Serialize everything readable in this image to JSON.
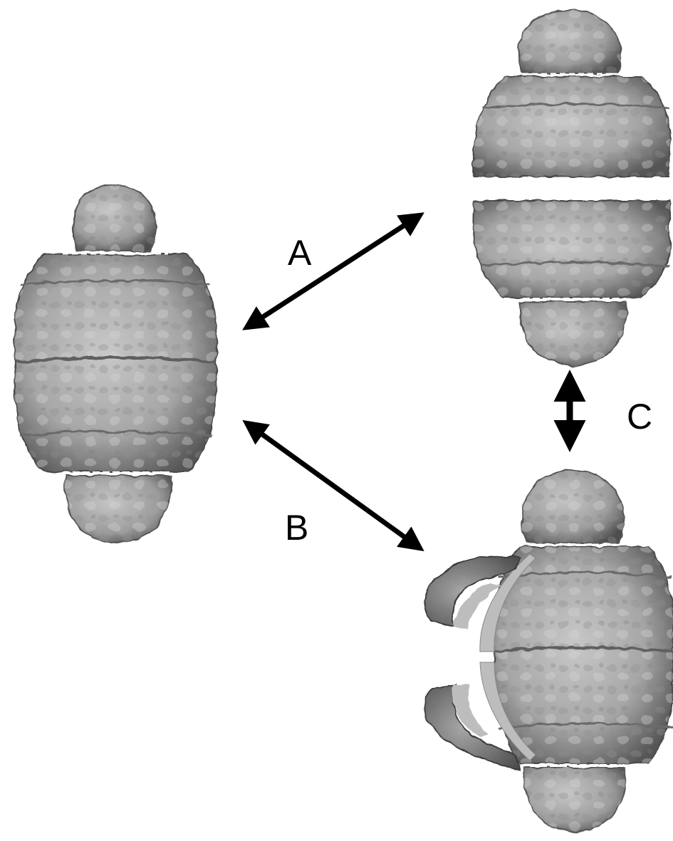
{
  "labels": {
    "a": "A",
    "b": "B",
    "c": "C"
  },
  "colors": {
    "surface_light": "#c4c4c4",
    "surface_mid": "#9a9a9a",
    "surface_dark": "#5a5a5a",
    "band_line": "#6a6a6a",
    "cut_face": "#bdbdbd",
    "arrow": "#000000"
  },
  "structures": [
    {
      "name": "assembled-complex",
      "state": "intact"
    },
    {
      "name": "split-complex",
      "state": "separated into two halves"
    },
    {
      "name": "opened-complex",
      "state": "side wall opened"
    }
  ]
}
